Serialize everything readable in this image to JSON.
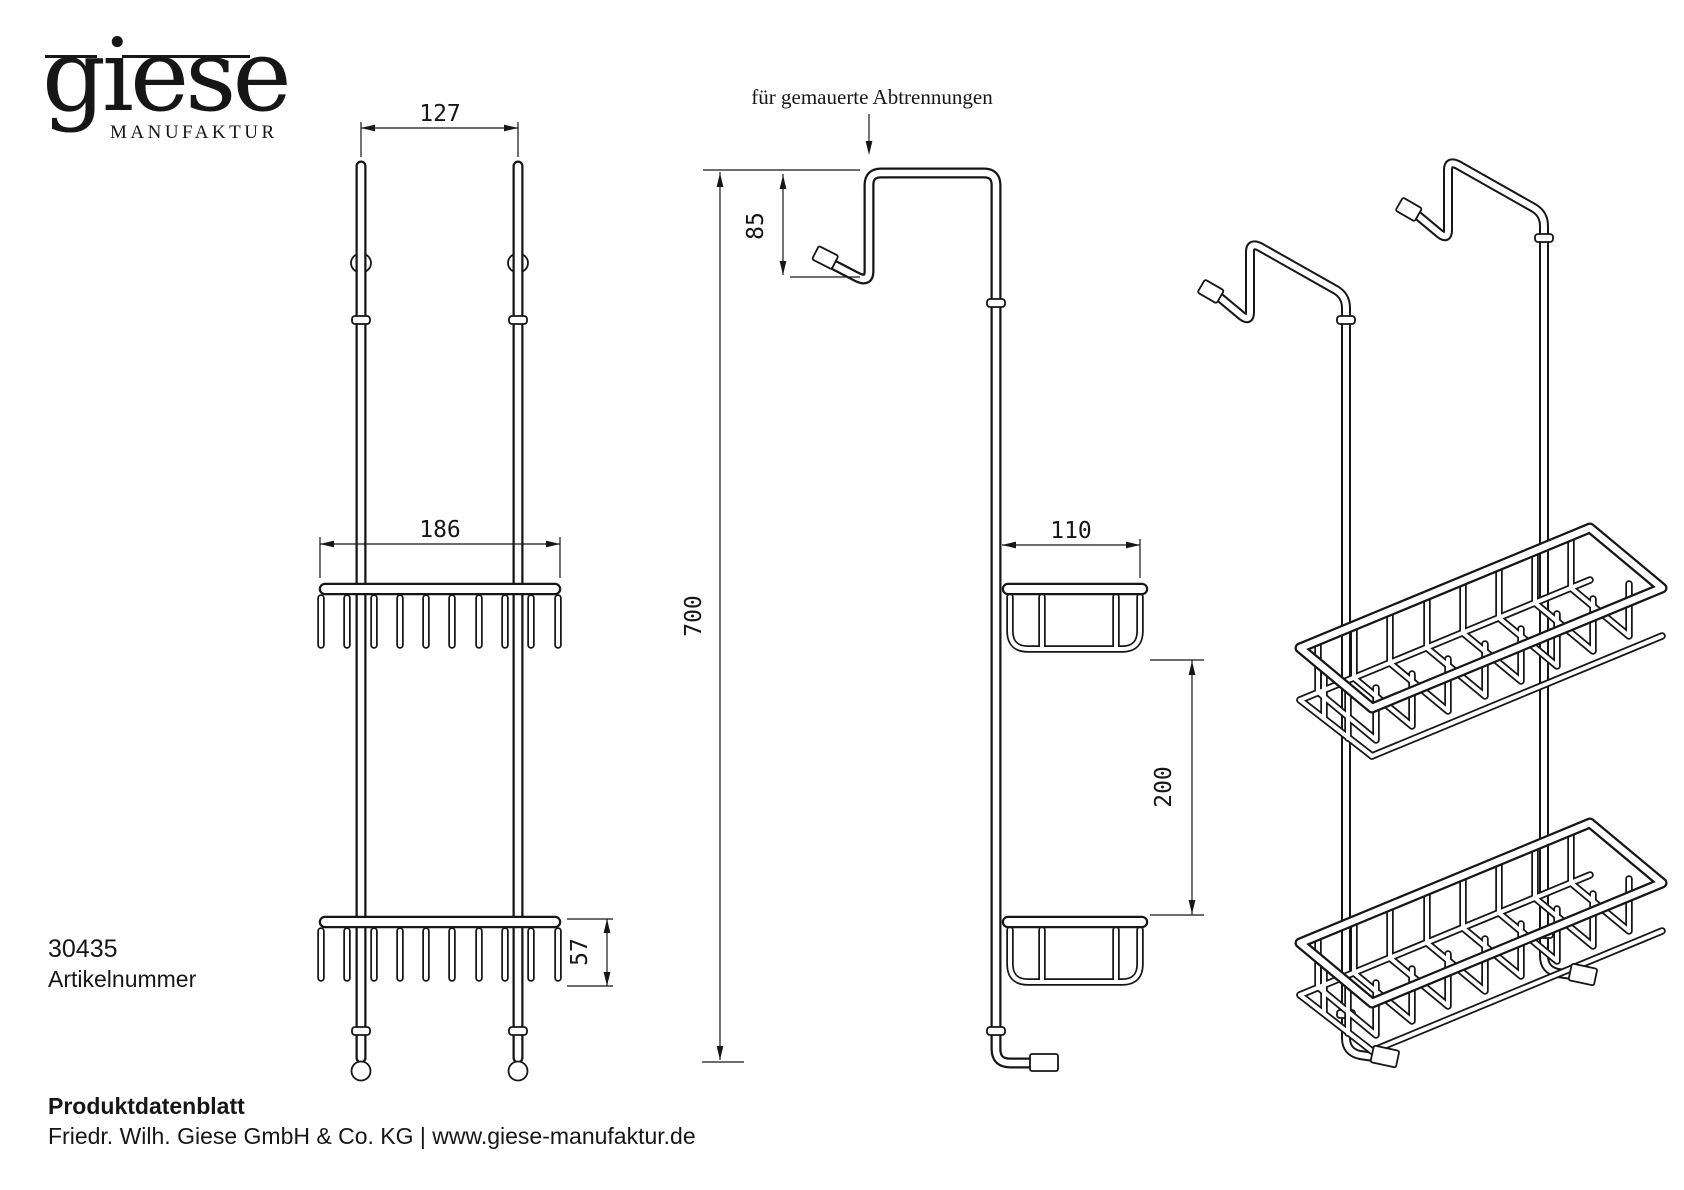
{
  "logo": {
    "brand": "giese",
    "subtitle": "MANUFAKTUR"
  },
  "article": {
    "number": "30435",
    "label": "Artikelnummer"
  },
  "footer": {
    "doc_title": "Produktdatenblatt",
    "company_line": "Friedr. Wilh. Giese GmbH & Co. KG | www.giese-manufaktur.de"
  },
  "drawing": {
    "annotation": "für gemauerte Abtrennungen",
    "views": {
      "front": {
        "dimensions": {
          "hook_spacing_mm": "127",
          "basket_width_mm": "186",
          "basket_height_mm": "57"
        }
      },
      "side": {
        "dimensions": {
          "hook_drop_mm": "85",
          "overall_height_mm": "700",
          "basket_depth_mm": "110",
          "basket_gap_mm": "200"
        }
      }
    },
    "colors": {
      "line": "#161616",
      "background": "#ffffff"
    }
  }
}
